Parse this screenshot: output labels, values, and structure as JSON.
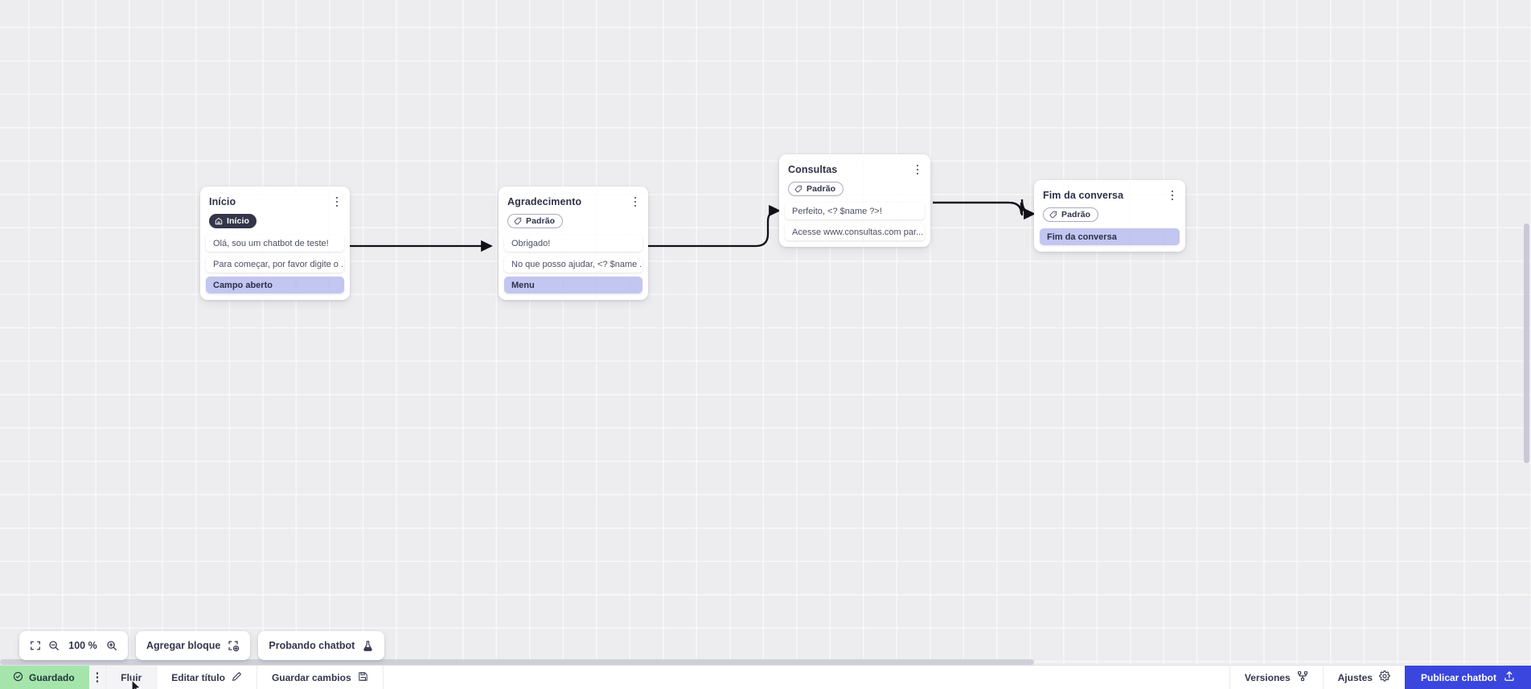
{
  "canvas": {
    "zoom_level": "100 %",
    "nodes": [
      {
        "id": "inicio",
        "title": "Início",
        "badge": {
          "label": "Início",
          "icon": "home-icon",
          "style": "dark"
        },
        "rows": [
          {
            "text": "Olá, sou um chatbot de teste!",
            "style": "plain"
          },
          {
            "text": "Para começar, por favor digite o ...",
            "style": "plain"
          },
          {
            "text": "Campo aberto",
            "style": "accent"
          }
        ]
      },
      {
        "id": "agradecimento",
        "title": "Agradecimento",
        "badge": {
          "label": "Padrão",
          "icon": "tag-icon",
          "style": "outline"
        },
        "rows": [
          {
            "text": "Obrigado!",
            "style": "plain"
          },
          {
            "text": "No que posso ajudar, <? $name ...",
            "style": "plain"
          },
          {
            "text": "Menu",
            "style": "accent"
          }
        ]
      },
      {
        "id": "consultas",
        "title": "Consultas",
        "badge": {
          "label": "Padrão",
          "icon": "tag-icon",
          "style": "outline"
        },
        "rows": [
          {
            "text": "Perfeito, <? $name ?>!",
            "style": "plain"
          },
          {
            "text": "Acesse www.consultas.com par...",
            "style": "plain"
          }
        ]
      },
      {
        "id": "fim-da-conversa",
        "title": "Fim da conversa",
        "badge": {
          "label": "Padrão",
          "icon": "tag-icon",
          "style": "outline"
        },
        "rows": [
          {
            "text": "Fim da conversa",
            "style": "accent"
          }
        ]
      }
    ]
  },
  "toolbar": {
    "fit_icon": "fit-screen-icon",
    "zoom_out_icon": "zoom-out-icon",
    "zoom_in_icon": "zoom-in-icon",
    "zoom_value": "100 %",
    "add_block_label": "Agregar bloque",
    "add_block_icon": "add-block-icon",
    "test_chatbot_label": "Probando chatbot",
    "test_chatbot_icon": "flask-icon"
  },
  "statusbar": {
    "saved_label": "Guardado",
    "saved_icon": "check-circle-icon",
    "kebab_icon": "more-vertical-icon",
    "flow_label": "Fluir",
    "edit_title_label": "Editar título",
    "edit_title_icon": "pencil-icon",
    "save_changes_label": "Guardar cambios",
    "save_changes_icon": "floppy-disk-icon",
    "versions_label": "Versiones",
    "versions_icon": "branch-icon",
    "settings_label": "Ajustes",
    "settings_icon": "gear-icon",
    "publish_label": "Publicar chatbot",
    "publish_icon": "upload-icon"
  },
  "colors": {
    "canvas_bg": "#ededef",
    "accent_row": "#c2c6f0",
    "publish_blue": "#3a46dd",
    "saved_green": "#a5e5ab",
    "badge_dark": "#34344a"
  }
}
